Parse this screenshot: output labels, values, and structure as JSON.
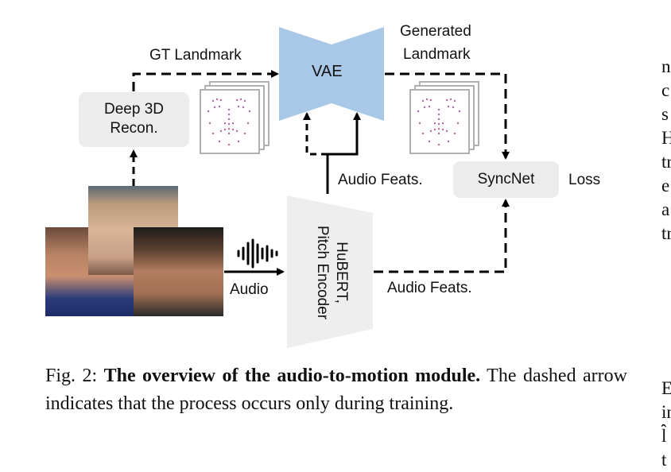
{
  "diagram": {
    "gt_landmark_label": "GT Landmark",
    "generated_label_line1": "Generated",
    "generated_label_line2": "Landmark",
    "vae_label": "VAE",
    "deep3d_line1": "Deep 3D",
    "deep3d_line2": "Recon.",
    "syncnet_label": "SyncNet",
    "loss_label": "Loss",
    "audio_feats_upper": "Audio Feats.",
    "audio_feats_lower": "Audio Feats.",
    "audio_label": "Audio",
    "encoder_line1": "HuBERT,",
    "encoder_line2": "Pitch Encoder",
    "colors": {
      "vae": "#a9c8e8",
      "box": "#ececec",
      "encoder": "#eeeeee",
      "arrow": "#000000"
    }
  },
  "caption": {
    "prefix": "Fig. 2: ",
    "title": "The overview of the audio-to-motion module.",
    "body": " The dashed arrow indicates that the process occurs only during training."
  },
  "margin_fragments": {
    "upper": [
      "n",
      "c",
      "s",
      "H",
      "tr",
      "e",
      "a",
      "tr"
    ],
    "lower": [
      "E",
      "in",
      "l̂",
      "t"
    ]
  }
}
